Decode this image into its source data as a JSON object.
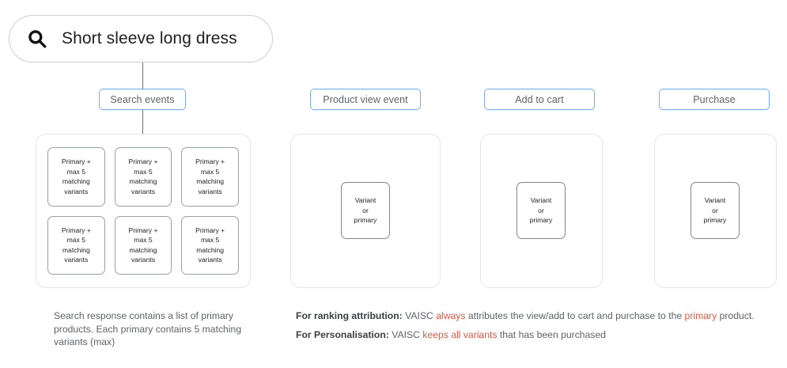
{
  "search": {
    "icon": "search-icon",
    "query": "Short sleeve long dress"
  },
  "colors": {
    "pill_border_blue": "#7baaf7",
    "panel_border": "#e4e6e8",
    "card_border": "#9aa0a6",
    "highlight_red": "#f4533c",
    "text_primary": "#202124",
    "text_secondary": "#5f6368",
    "connector_line": "#6b6e72"
  },
  "stages": [
    {
      "label": "Search events"
    },
    {
      "label": "Product view event"
    },
    {
      "label": "Add to cart"
    },
    {
      "label": "Purchase"
    }
  ],
  "search_panel": {
    "cards": [
      {
        "text": "Primary +\nmax 5\nmatching\nvariants"
      },
      {
        "text": "Primary +\nmax 5\nmatching\nvariants"
      },
      {
        "text": "Primary +\nmax 5\nmatching\nvariants"
      },
      {
        "text": "Primary +\nmax 5\nmatching\nvariants"
      },
      {
        "text": "Primary +\nmax 5\nmatching\nvariants"
      },
      {
        "text": "Primary +\nmax 5\nmatching\nvariants"
      }
    ]
  },
  "event_panels": [
    {
      "card_text": "Variant\nor\nprimary"
    },
    {
      "card_text": "Variant\nor\nprimary"
    },
    {
      "card_text": "Variant\nor\nprimary"
    }
  ],
  "caption_left": "Search response contains a list of primary products. Each primary contains 5 matching variants (max)",
  "notes": [
    {
      "label": "For ranking attribution:",
      "seg1": " VAISC ",
      "hl1": "always",
      "seg2": " attributes the view/add to cart and purchase to the ",
      "hl2": "primary",
      "seg3": " product."
    },
    {
      "label": "For Personalisation:",
      "seg1": " VAISC ",
      "hl1": "keeps all variants",
      "seg2": " that has been purchased",
      "hl2": "",
      "seg3": ""
    }
  ]
}
